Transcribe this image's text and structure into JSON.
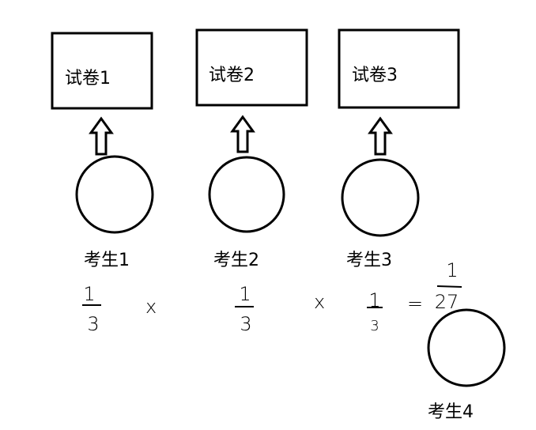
{
  "papers": [
    "试卷1",
    "试卷2",
    "试卷3"
  ],
  "students": [
    "考生1",
    "考生2",
    "考生3",
    "考生4"
  ],
  "math": {
    "fraction_num": "1",
    "fraction_den": "3",
    "times": "x",
    "equals": "=",
    "result_num": "1",
    "result_den": "27"
  }
}
